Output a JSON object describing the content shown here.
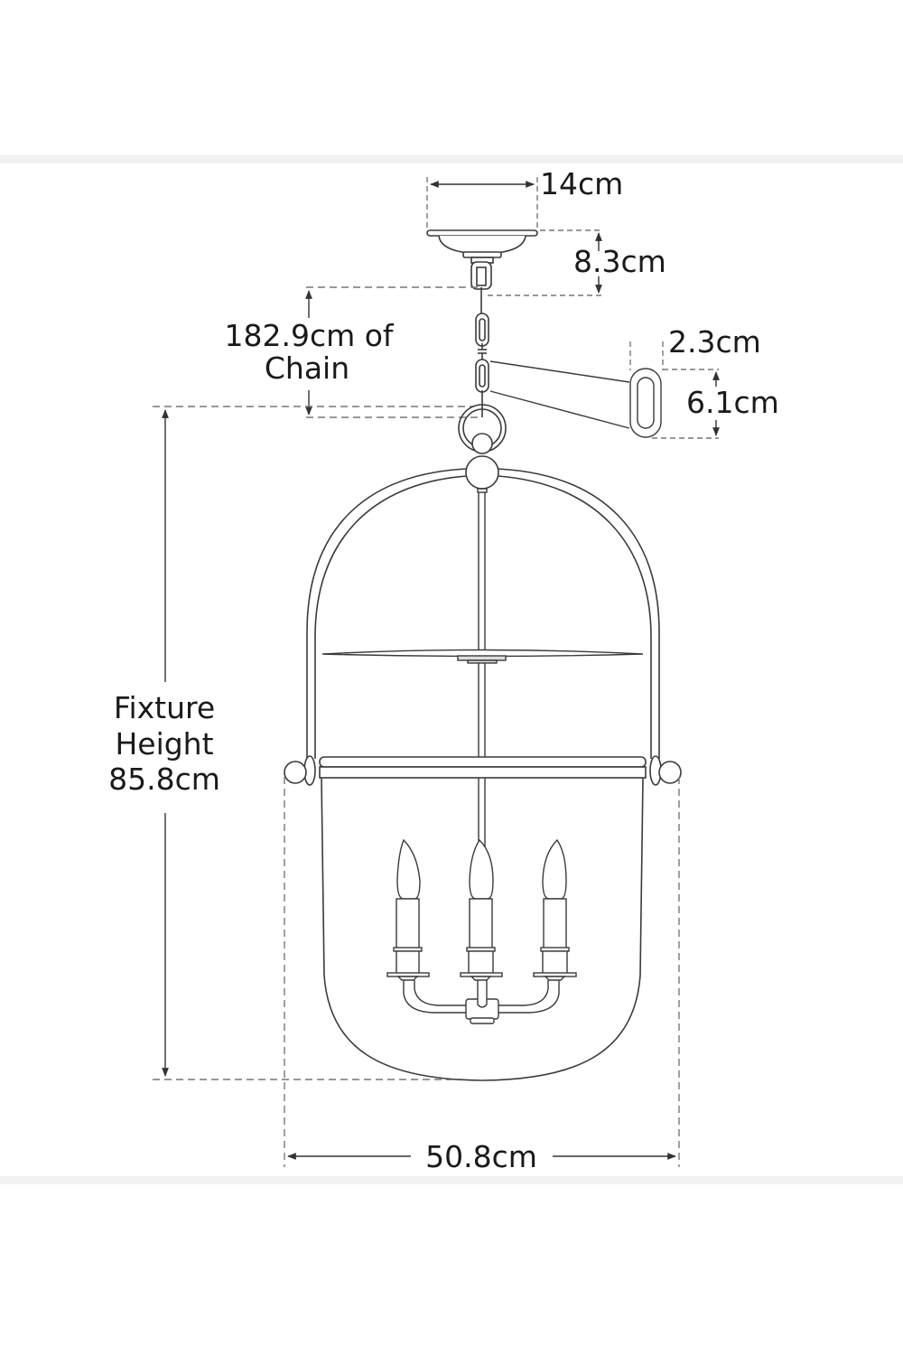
{
  "diagram": {
    "type": "dimension-drawing",
    "subject": "lantern pendant light fixture",
    "colors": {
      "line": "#3a3a3a",
      "dimension_line": "#7a7a7a",
      "text": "#1a1a1a",
      "band": "#f2f2f2",
      "background": "#ffffff"
    },
    "dimensions": {
      "canopy_width": {
        "label": "14cm"
      },
      "canopy_height": {
        "label": "8.3cm"
      },
      "chain_length": {
        "line1": "182.9cm of",
        "line2": "Chain"
      },
      "chain_link_width": {
        "label": "2.3cm"
      },
      "chain_link_height": {
        "label": "6.1cm"
      },
      "fixture_height": {
        "line1": "Fixture",
        "line2": "Height",
        "line3": "85.8cm"
      },
      "fixture_width": {
        "label": "50.8cm"
      }
    },
    "components": [
      "canopy",
      "chain",
      "chain-link-detail",
      "top-ring",
      "finial-ball",
      "arched-frame",
      "smoke-bell-shelf",
      "cross-bar",
      "glass-shade",
      "candle-cluster"
    ],
    "candle_count": 3
  }
}
